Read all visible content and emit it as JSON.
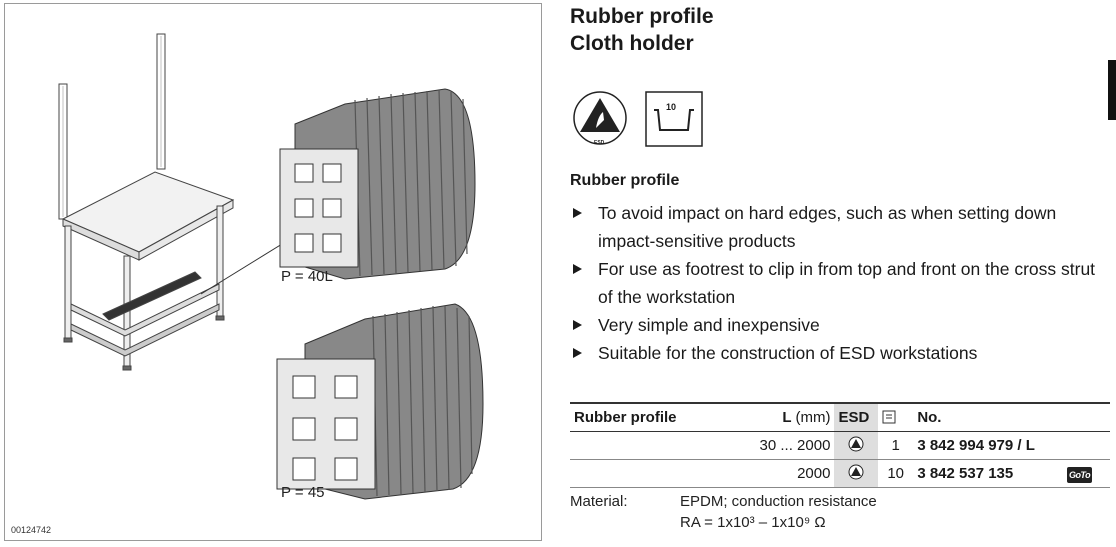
{
  "title": {
    "line1": "Rubber profile",
    "line2": "Cloth holder"
  },
  "figure": {
    "label_top": "P = 40L",
    "label_bottom": "P = 45",
    "figure_id": "00124742"
  },
  "icons": {
    "esd_label": "ESD",
    "qty_badge": "10"
  },
  "section_heading": "Rubber profile",
  "bullets": [
    "To avoid impact on hard edges, such as when setting down impact-sensitive products",
    "For use as footrest to clip in from top and front on the cross strut of the workstation",
    "Very simple and inexpensive",
    "Suitable for the construction of ESD workstations"
  ],
  "table": {
    "headers": {
      "name": "Rubber profile",
      "length": "L",
      "length_unit": "(mm)",
      "esd": "ESD",
      "number": "No."
    },
    "rows": [
      {
        "length": "30 ... 2000",
        "qty": "1",
        "number": "3 842 994 979 / L",
        "goto": ""
      },
      {
        "length": "2000",
        "qty": "10",
        "number": "3 842 537 135",
        "goto": "GoTo"
      }
    ]
  },
  "material": {
    "label": "Material:",
    "line1": "EPDM; conduction resistance",
    "line2": "RA = 1x10³ – 1x10⁹ Ω"
  }
}
